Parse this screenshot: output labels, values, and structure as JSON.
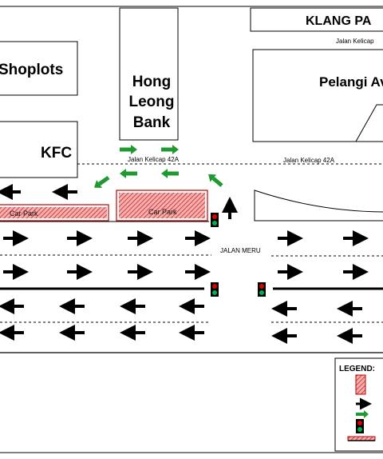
{
  "buildings": {
    "shoplots": "Shoplots",
    "kfc": "KFC",
    "hong_leong_bank": [
      "Hong",
      "Leong",
      "Bank"
    ],
    "klang_parade": "KLANG PA",
    "pelangi": "Pelangi Av"
  },
  "roads": {
    "jalan_kelicap_top": "Jalan Kelicap",
    "jalan_kelicap_42a_left": "Jalan Kelicap 42A",
    "jalan_kelicap_42a_right": "Jalan Kelicap 42A",
    "jalan_meru": "JALAN MERU"
  },
  "car_parks": {
    "left": "Car Park",
    "right": "Car Park"
  },
  "legend": {
    "title": "LEGEND:"
  },
  "colors": {
    "car_park_fill": "#e07070",
    "car_park_border": "#c00000",
    "flow_green": "#1f9a30",
    "traffic_red": "#e00000",
    "traffic_green": "#00b050",
    "line": "#000000"
  }
}
